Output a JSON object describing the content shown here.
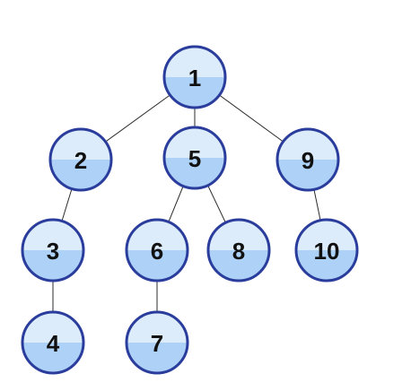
{
  "tree": {
    "nodes": [
      {
        "id": "1",
        "label": "1"
      },
      {
        "id": "2",
        "label": "2"
      },
      {
        "id": "5",
        "label": "5"
      },
      {
        "id": "9",
        "label": "9"
      },
      {
        "id": "3",
        "label": "3"
      },
      {
        "id": "6",
        "label": "6"
      },
      {
        "id": "8",
        "label": "8"
      },
      {
        "id": "10",
        "label": "10"
      },
      {
        "id": "4",
        "label": "4"
      },
      {
        "id": "7",
        "label": "7"
      }
    ],
    "edges": [
      {
        "from": "1",
        "to": "2"
      },
      {
        "from": "1",
        "to": "5"
      },
      {
        "from": "1",
        "to": "9"
      },
      {
        "from": "2",
        "to": "3"
      },
      {
        "from": "3",
        "to": "4"
      },
      {
        "from": "5",
        "to": "6"
      },
      {
        "from": "5",
        "to": "8"
      },
      {
        "from": "6",
        "to": "7"
      },
      {
        "from": "9",
        "to": "10"
      }
    ]
  },
  "colors": {
    "node_fill_top": "#dcecfb",
    "node_fill_bottom": "#aed2f7",
    "node_stroke": "#2a3d9c",
    "edge": "#2b2b2b",
    "label": "#111111"
  }
}
